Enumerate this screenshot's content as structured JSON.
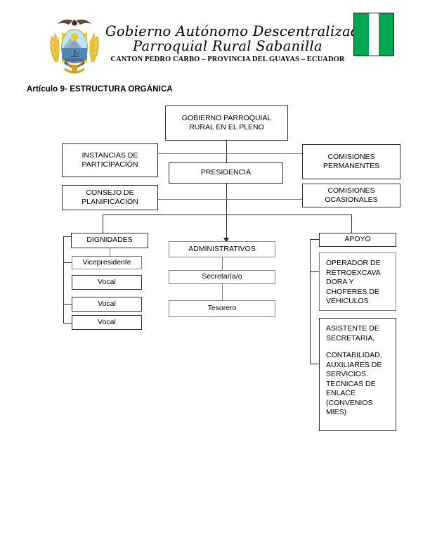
{
  "header": {
    "title_line1": "Gobierno Autónomo Descentralizado",
    "title_line2": "Parroquial Rural Sabanilla",
    "subtitle": "CANTON PEDRO CARBO – PROVINCIA DEL GUAYAS – ECUADOR",
    "coat_of_arms_alt": "Escudo del Ecuador",
    "flag_alt": "Bandera verde-blanco-verde",
    "flag_colors": {
      "green": "#00a650",
      "white": "#ffffff",
      "border": "#1a1a1a"
    }
  },
  "section": {
    "title": "Artículo 9- ESTRUCTURA ORGÁNICA"
  },
  "chart_data": {
    "type": "diagram",
    "title": "Artículo 9- ESTRUCTURA ORGÁNICA",
    "nodes": [
      {
        "id": "pleno",
        "label": "GOBIERNO PARROQUIAL\nRURAL EN EL PLENO",
        "level": 0
      },
      {
        "id": "instancias",
        "label": "INSTANCIAS DE\nPARTICIPACIÓN",
        "level": 1
      },
      {
        "id": "comisiones_p",
        "label": "COMISIONES\nPERMANENTES",
        "level": 1
      },
      {
        "id": "presidencia",
        "label": "PRESIDENCIA",
        "level": 1
      },
      {
        "id": "consejo",
        "label": "CONSEJO DE\nPLANIFICACIÓN",
        "level": 1
      },
      {
        "id": "comisiones_o",
        "label": "COMISIONES\nOCASIONALES",
        "level": 1
      },
      {
        "id": "dignidades",
        "label": "DIGNIDADES",
        "level": 2
      },
      {
        "id": "administrativos",
        "label": "ADMINISTRATIVOS",
        "level": 2
      },
      {
        "id": "apoyo",
        "label": "APOYO",
        "level": 2
      },
      {
        "id": "vicepresidente",
        "label": "Vicepresidente",
        "level": 3
      },
      {
        "id": "vocal1",
        "label": "Vocal",
        "level": 3
      },
      {
        "id": "vocal2",
        "label": "Vocal",
        "level": 3
      },
      {
        "id": "vocal3",
        "label": "Vocal",
        "level": 3
      },
      {
        "id": "secretaria",
        "label": "Secretaría/o",
        "level": 3
      },
      {
        "id": "tesorero",
        "label": "Tesorero",
        "level": 3
      },
      {
        "id": "operador",
        "label": "OPERADOR DE RETROEXCAVA DORA Y CHOFERES DE VEHICULOS",
        "level": 3
      },
      {
        "id": "asistente",
        "label": "ASISTENTE DE SECRETARIA,",
        "label2": "CONTABILIDAD, AUXILIARES DE SERVICIOS. TECNICAS DE ENLACE (CONVENIOS MIES)",
        "level": 3
      }
    ],
    "edges": [
      {
        "from": "pleno",
        "to": "instancias"
      },
      {
        "from": "pleno",
        "to": "comisiones_p"
      },
      {
        "from": "pleno",
        "to": "presidencia"
      },
      {
        "from": "pleno",
        "to": "consejo"
      },
      {
        "from": "pleno",
        "to": "comisiones_o"
      },
      {
        "from": "presidencia",
        "to": "dignidades"
      },
      {
        "from": "presidencia",
        "to": "administrativos"
      },
      {
        "from": "presidencia",
        "to": "apoyo"
      },
      {
        "from": "dignidades",
        "to": "vicepresidente"
      },
      {
        "from": "dignidades",
        "to": "vocal1"
      },
      {
        "from": "dignidades",
        "to": "vocal2"
      },
      {
        "from": "dignidades",
        "to": "vocal3"
      },
      {
        "from": "administrativos",
        "to": "secretaria"
      },
      {
        "from": "secretaria",
        "to": "tesorero"
      },
      {
        "from": "apoyo",
        "to": "operador"
      },
      {
        "from": "apoyo",
        "to": "asistente"
      }
    ]
  },
  "nodes": {
    "pleno": "GOBIERNO PARROQUIAL\nRURAL EN EL PLENO",
    "instancias": "INSTANCIAS DE\nPARTICIPACIÓN",
    "comisiones_permanentes": "COMISIONES\nPERMANENTES",
    "presidencia": "PRESIDENCIA",
    "consejo": "CONSEJO DE\nPLANIFICACIÓN",
    "comisiones_ocasionales": "COMISIONES\nOCASIONALES",
    "dignidades": "DIGNIDADES",
    "administrativos": "ADMINISTRATIVOS",
    "apoyo": "APOYO",
    "vicepresidente": "Vicepresidente",
    "vocal1": "Vocal",
    "vocal2": "Vocal",
    "vocal3": "Vocal",
    "secretaria": "Secretaría/o",
    "tesorero": "Tesorero",
    "operador": "OPERADOR DE RETROEXCAVA DORA Y CHOFERES DE VEHICULOS",
    "asistente_line1": "ASISTENTE DE SECRETARIA,",
    "asistente_line2": "CONTABILIDAD, AUXILIARES DE SERVICIOS. TECNICAS DE ENLACE (CONVENIOS MIES)"
  }
}
